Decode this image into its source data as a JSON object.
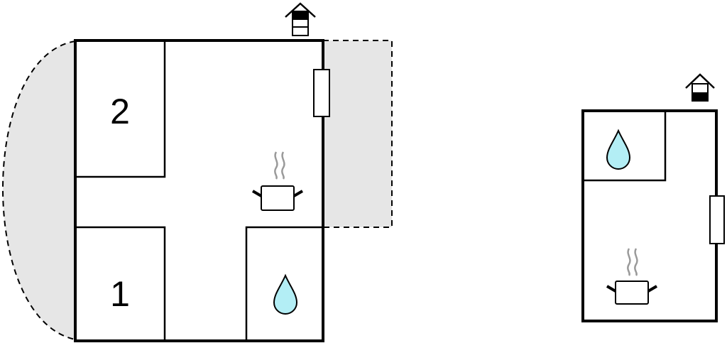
{
  "colors": {
    "wall": "#000000",
    "outdoor_area": "#e6e6e6",
    "water": "#b3eef5",
    "steam": "#9a9a9a",
    "background": "#ffffff"
  },
  "plans": [
    {
      "rooms": [
        {
          "label": "2",
          "type": "bedroom"
        },
        {
          "label": "1",
          "type": "bedroom"
        },
        {
          "label": "",
          "type": "bathroom",
          "icon": "water-drop-icon"
        }
      ],
      "features": [
        "entrance-icon",
        "window-icon",
        "kitchen-pot-icon",
        "terrace-area",
        "garden-area"
      ]
    },
    {
      "rooms": [
        {
          "label": "",
          "type": "bathroom",
          "icon": "water-drop-icon"
        }
      ],
      "features": [
        "entrance-icon",
        "window-icon",
        "kitchen-pot-icon"
      ]
    }
  ]
}
